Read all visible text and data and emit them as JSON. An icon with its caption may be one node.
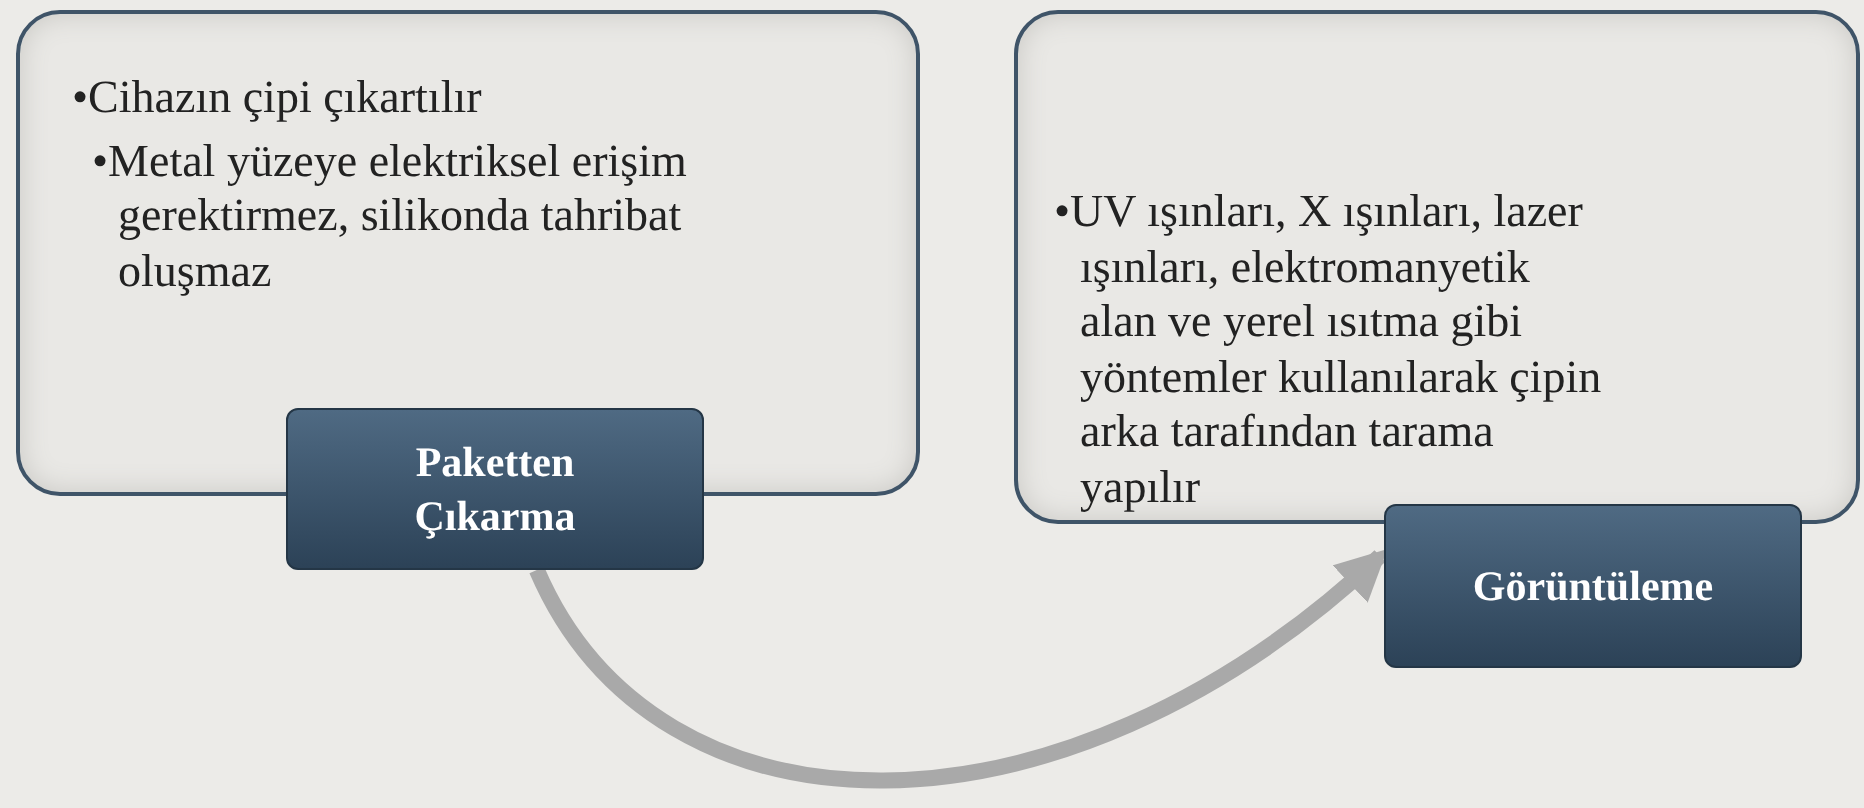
{
  "diagram": {
    "nodes": [
      {
        "text": [
          "•Cihazın çipi çıkartılır",
          "•Metal yüzeye elektriksel erişim gerektirmez, silikonda tahribat oluşmaz"
        ]
      },
      {
        "text": [
          "Paketten Çıkarma"
        ]
      },
      {
        "text": [
          "•UV ışınları, X ışınları, lazer ışınları, elektromanyetik alan ve yerel ısıtma gibi yöntemler kullanılarak çipin arka tarafından tarama yapılır"
        ]
      },
      {
        "text": [
          "Görüntüleme"
        ]
      }
    ],
    "edges": [
      {
        "from": 1,
        "to": 3,
        "arrow": "to"
      }
    ]
  }
}
